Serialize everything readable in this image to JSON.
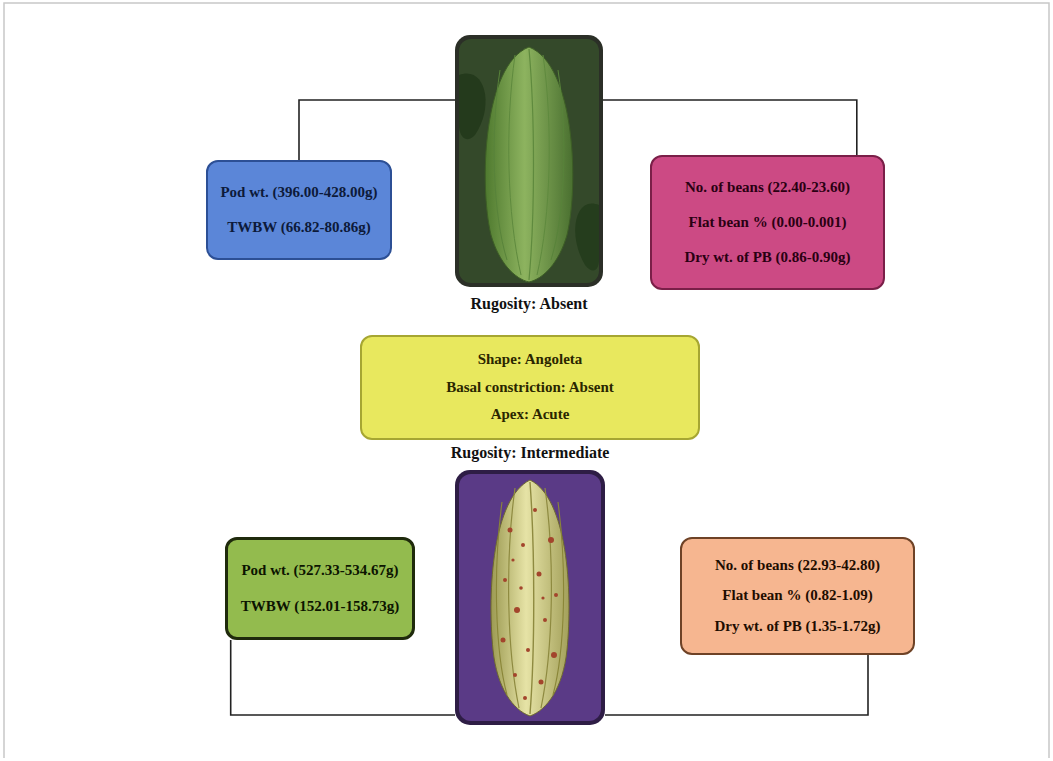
{
  "diagram": {
    "nodes": [
      {
        "text": [
          "Rugosity: Absent"
        ]
      },
      {
        "text": [
          "Pod wt. (396.00-428.00g)",
          "TWBW (66.82-80.86g)"
        ]
      },
      {
        "text": [
          "No. of beans (22.40-23.60)",
          "Flat bean % (0.00-0.001)",
          "Dry wt. of PB (0.86-0.90g)"
        ]
      },
      {
        "text": [
          "Shape: Angoleta",
          "Basal constriction: Absent",
          "Apex: Acute"
        ]
      },
      {
        "text": [
          "Rugosity: Intermediate"
        ]
      },
      {
        "text": [
          "Pod wt. (527.33-534.67g)",
          "TWBW (152.01-158.73g)"
        ]
      },
      {
        "text": [
          "No. of beans (22.93-42.80)",
          "Flat bean % (0.82-1.09)",
          "Dry wt. of PB (1.35-1.72g)"
        ]
      }
    ],
    "edges": [
      {
        "from": 1,
        "to": 0,
        "arrow": "none"
      },
      {
        "from": 2,
        "to": 0,
        "arrow": "none"
      },
      {
        "from": 5,
        "to": 4,
        "arrow": "none"
      },
      {
        "from": 6,
        "to": 4,
        "arrow": "none"
      }
    ]
  }
}
